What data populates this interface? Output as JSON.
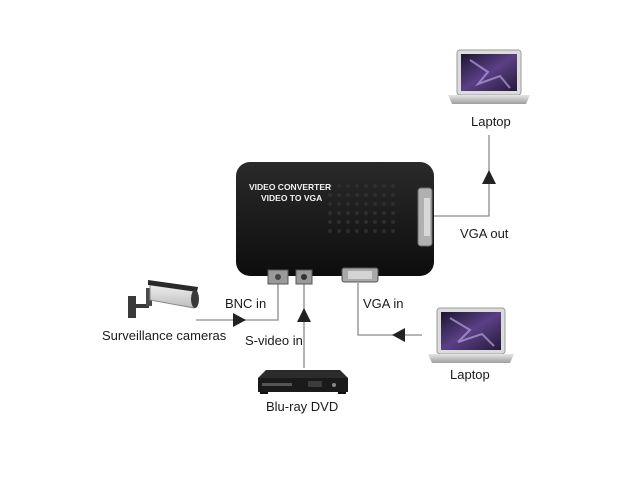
{
  "converter": {
    "line1": "VIDEO CONVERTER",
    "line2": "VIDEO TO VGA"
  },
  "labels": {
    "laptop_top": "Laptop",
    "vga_out": "VGA out",
    "vga_in": "VGA in",
    "laptop_bottom": "Laptop",
    "bnc_in": "BNC in",
    "surveillance": "Surveillance cameras",
    "svideo_in": "S-video in",
    "bluray": "Blu-ray DVD"
  },
  "colors": {
    "device_body": "#151515",
    "connector_line": "#8c8c8c",
    "arrow": "#222222",
    "text": "#1a1a1a",
    "laptop_screen": "#3a2a5a"
  },
  "icons": {
    "laptop": "laptop-icon",
    "camera": "surveillance-camera-icon",
    "player": "bluray-player-icon",
    "converter": "video-converter-box"
  }
}
